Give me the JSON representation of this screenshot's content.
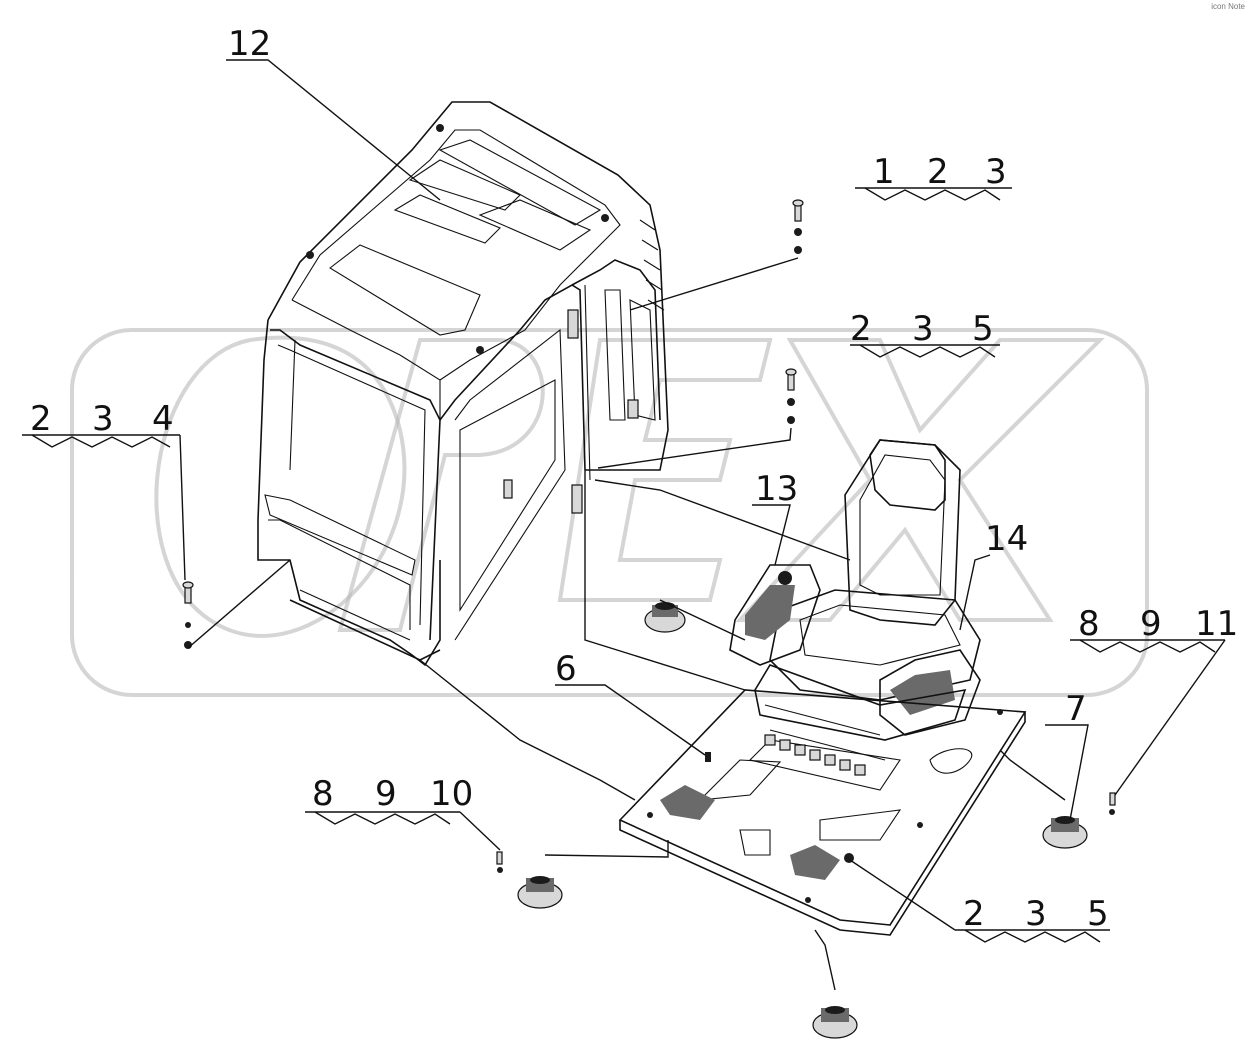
{
  "corner_note": "icon Note",
  "watermark": "OPEX",
  "callouts": {
    "c12": "12",
    "c1_2_3": [
      "1",
      "2",
      "3"
    ],
    "c2_3_5_top": [
      "2",
      "3",
      "5"
    ],
    "c2_3_4": [
      "2",
      "3",
      "4"
    ],
    "c13": "13",
    "c14": "14",
    "c6": "6",
    "c7": "7",
    "c8_9_11": [
      "8",
      "9",
      "11"
    ],
    "c8_9_10": [
      "8",
      "9",
      "10"
    ],
    "c2_3_5_bottom": [
      "2",
      "3",
      "5"
    ]
  },
  "parts": {
    "cab_icon": "excavator-cab",
    "seat_icon": "operator-seat",
    "floor_plate_icon": "floor-plate",
    "mount_icon": "rubber-mount",
    "bolt_icon": "bolt-washer-nut"
  }
}
